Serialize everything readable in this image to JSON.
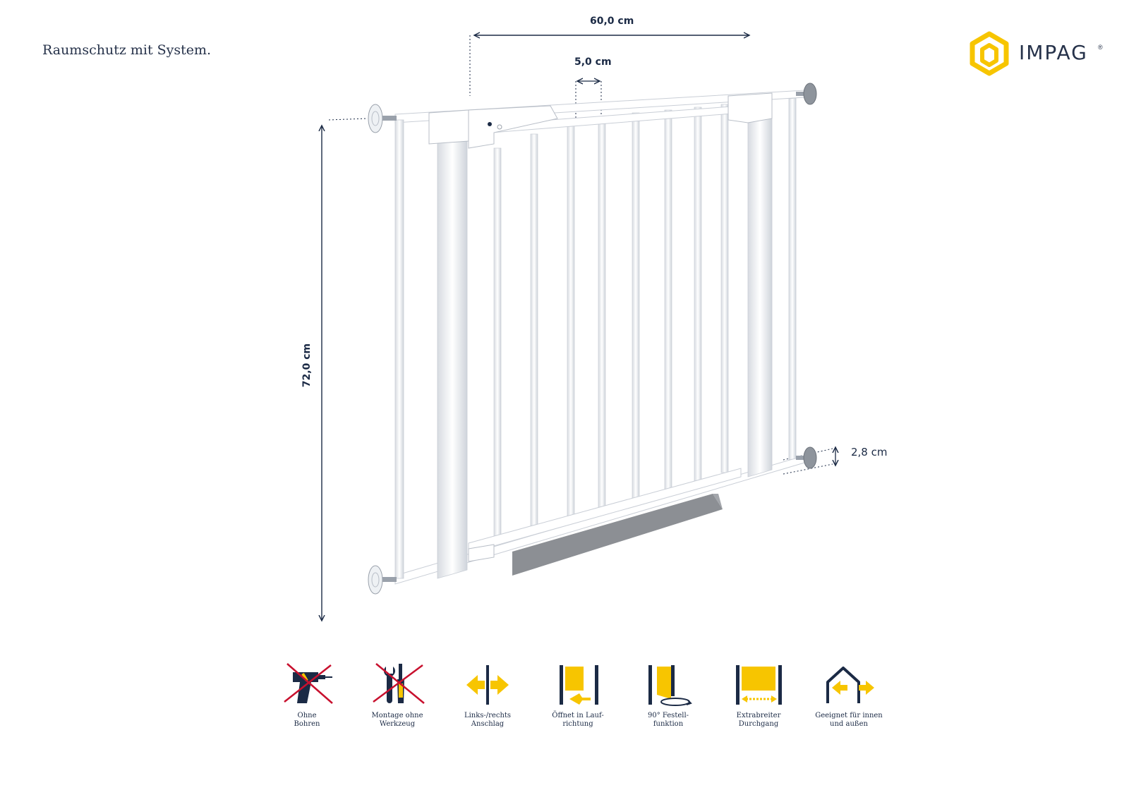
{
  "header": {
    "tagline": "Raumschutz mit System."
  },
  "brand": {
    "name": "IMPAG",
    "registered_mark": "®",
    "accent_color": "#f7c500",
    "text_color": "#26324a"
  },
  "dimensions": {
    "width": "60,0 cm",
    "height": "72,0 cm",
    "bar_spacing": "5,0 cm",
    "threshold_height": "2,8 cm"
  },
  "features": [
    {
      "icon": "no-drill-icon",
      "label": "Ohne\nBohren"
    },
    {
      "icon": "no-tools-icon",
      "label": "Montage ohne\nWerkzeug"
    },
    {
      "icon": "left-right-arrows-icon",
      "label": "Links-/rechts\nAnschlag"
    },
    {
      "icon": "door-open-direction-icon",
      "label": "Öffnet in Lauf-\nrichtung"
    },
    {
      "icon": "door-90-lock-icon",
      "label": "90° Festell-\nfunktion"
    },
    {
      "icon": "wide-passage-icon",
      "label": "Extrabreiter\nDurchgang"
    },
    {
      "icon": "indoor-outdoor-icon",
      "label": "Geeignet für innen\nund außen"
    }
  ],
  "colors": {
    "navy": "#1b2a45",
    "yellow": "#f7c500",
    "red_cross": "#c8102e",
    "gate_white": "#ffffff",
    "gate_edge": "#c9ced6",
    "ramp_gray": "#8c8f94"
  }
}
